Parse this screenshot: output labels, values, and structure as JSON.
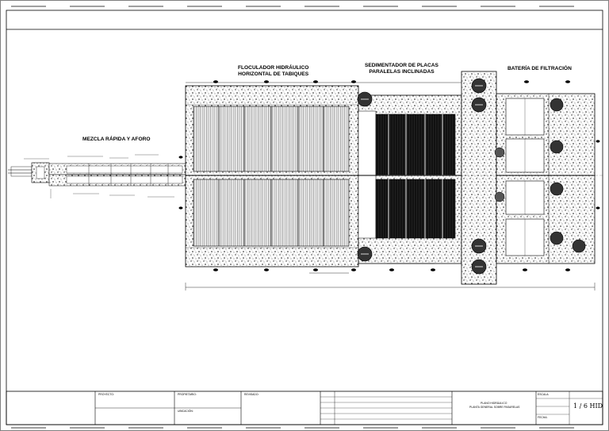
{
  "sections": {
    "mezcla": "MEZCLA RÁPIDA Y AFORO",
    "floculador_l1": "FLOCULADOR HIDRÁULICO",
    "floculador_l2": "HORIZONTAL DE TABIQUES",
    "sedimentador_l1": "SEDIMENTADOR DE PLACAS",
    "sedimentador_l2": "PARALELAS INCLINADAS",
    "filtracion": "BATERÍA DE FILTRACIÓN"
  },
  "title_block": {
    "proyecto": "PROYECTO:",
    "propietario": "PROPIETARIO:",
    "ubicacion": "UBICACIÓN:",
    "revisado": "REVISADO:",
    "contiene_l1": "PLANO HIDRÁULICO",
    "contiene_l2": "PLANTA GENERAL SOBRE PASARELAS",
    "escala": "ESCALA:",
    "fecha": "FECHA:",
    "sheet_number": "1 / 6 HID"
  },
  "colors": {
    "line": "#000000",
    "hatch": "#6e6e6e",
    "background": "#ffffff"
  },
  "icons": [
    "valve-symbol-icon",
    "gate-symbol-icon",
    "filter-module-icon"
  ]
}
